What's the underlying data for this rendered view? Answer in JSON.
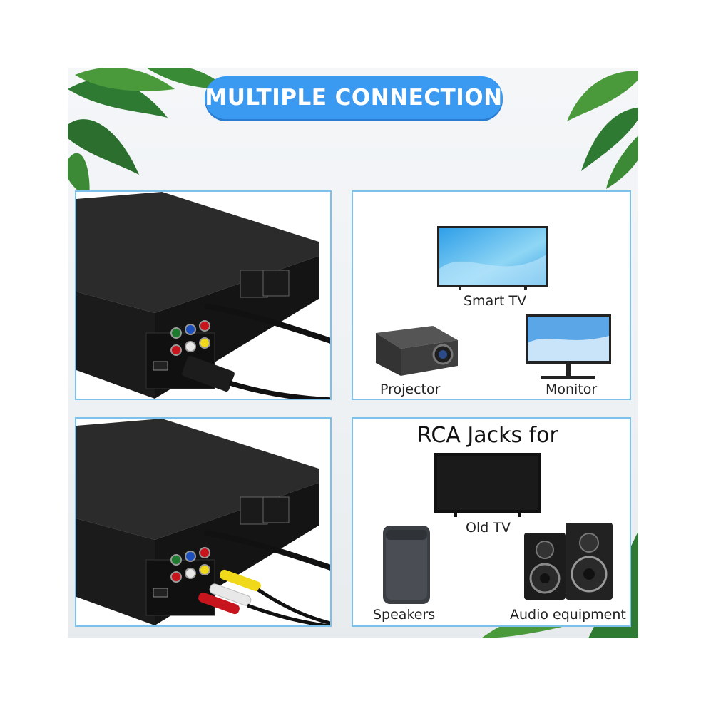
{
  "banner": {
    "title": "MULTIPLE CONNECTION"
  },
  "hdmi_panel": {
    "devices": [
      {
        "label": "Smart TV",
        "icon": "smart-tv-icon"
      },
      {
        "label": "Projector",
        "icon": "projector-icon"
      },
      {
        "label": "Monitor",
        "icon": "monitor-icon"
      }
    ]
  },
  "rca_panel": {
    "heading": "RCA Jacks for",
    "devices": [
      {
        "label": "Old TV",
        "icon": "old-tv-icon"
      },
      {
        "label": "Speakers",
        "icon": "speaker-icon"
      },
      {
        "label": "Audio equipment",
        "icon": "audio-equipment-icon"
      }
    ]
  },
  "colors": {
    "banner": "#3a9af2",
    "panel_border": "#7dc0ea",
    "player_body": "#1b1b1b",
    "rca_red": "#c8141c",
    "rca_white": "#e8e8e8",
    "rca_yellow": "#f0d81a",
    "leaf_green": "#2f7a32"
  }
}
